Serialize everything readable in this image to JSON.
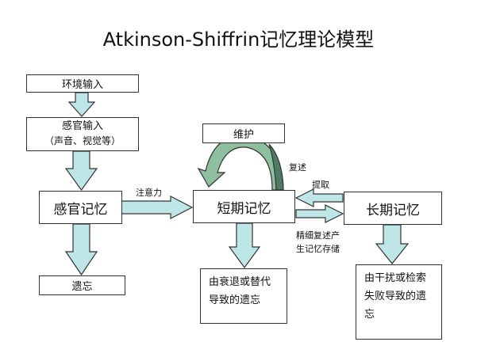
{
  "title": "Atkinson-Shiffrin记忆理论模型",
  "nodes": {
    "env_input": "环境输入",
    "sensory_input": "感官输入",
    "sensory_input_sub": "（声音、视觉等）",
    "sensory_memory": "感官记忆",
    "forgetting": "遗忘",
    "maintain": "维护",
    "short_term": "短期记忆",
    "long_term": "长期记忆",
    "stm_forget_line1": "由衰退或替代",
    "stm_forget_line2": "导致的遗忘",
    "ltm_forget_line1": "由干扰或检索",
    "ltm_forget_line2": "失败导致的遗",
    "ltm_forget_line3": "忘"
  },
  "edges": {
    "attention": "注意力",
    "rehearsal": "复述",
    "retrieval": "提取",
    "elaborative_line1": "精细复述产",
    "elaborative_line2": "生记忆存储"
  },
  "colors": {
    "arrow_fill": "#bfe6e6",
    "arrow_stroke": "#333333",
    "loop_green": "#8ebf9f",
    "loop_dark": "#4f7a66",
    "box_border": "#333333"
  }
}
